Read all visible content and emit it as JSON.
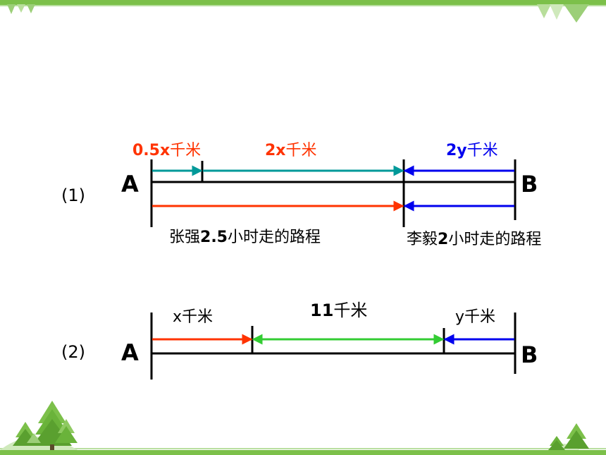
{
  "colors": {
    "accent_green": "#7cc04a",
    "red": "#ff3300",
    "teal": "#009999",
    "blue": "#0000ee",
    "green": "#33cc33",
    "black": "#000000"
  },
  "icons": [
    "tree-icon",
    "leaf-icon"
  ],
  "diagram1": {
    "index": "(1)",
    "point_a": "A",
    "point_b": "B",
    "seg1": {
      "num": "0.5x",
      "unit": "千米"
    },
    "seg2": {
      "num": "2x",
      "unit": "千米"
    },
    "seg3": {
      "num": "2y",
      "unit": "千米"
    },
    "caption_left": {
      "pre": "张强",
      "num": "2.5",
      "post": "小时走的路程"
    },
    "caption_right": {
      "pre": "李毅",
      "num": "2",
      "post": "小时走的路程"
    }
  },
  "diagram2": {
    "index": "(2)",
    "point_a": "A",
    "point_b": "B",
    "seg1": "x千米",
    "middle": {
      "num": "11",
      "unit": "千米"
    },
    "seg3": "y千米"
  }
}
